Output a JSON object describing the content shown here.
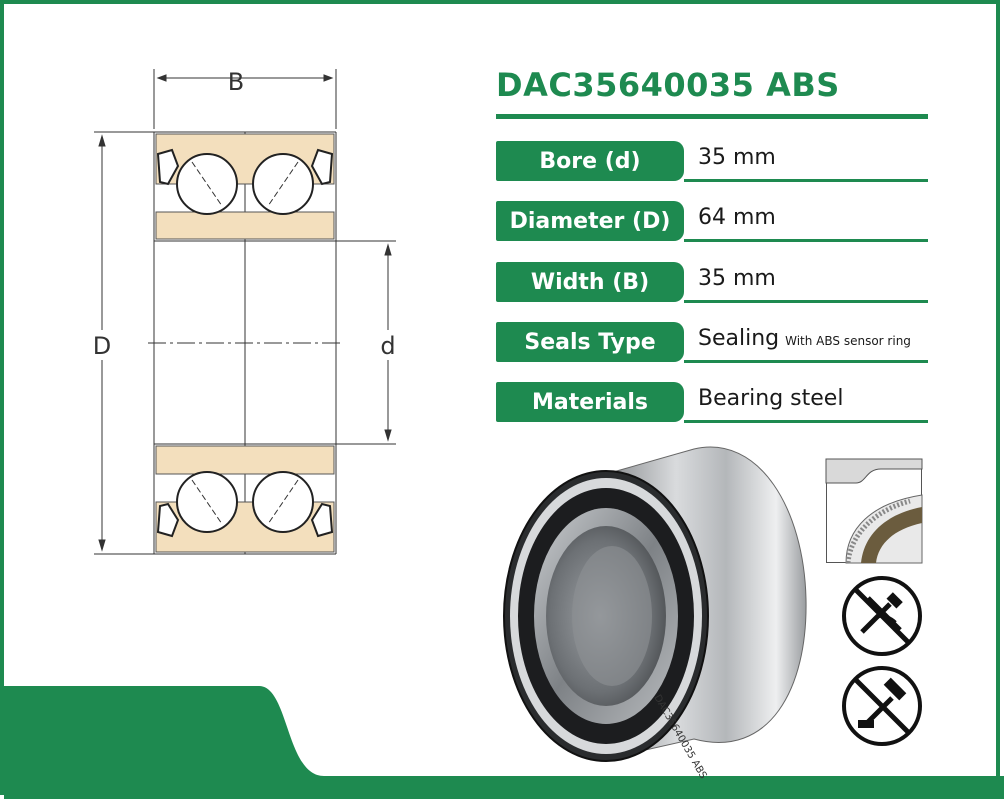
{
  "diagram": {
    "label_b": "B",
    "label_d_outer": "D",
    "label_d_inner": "d"
  },
  "product": {
    "title": "DAC35640035 ABS"
  },
  "specs": [
    {
      "label": "Bore (d)",
      "value": "35 mm",
      "note": ""
    },
    {
      "label": "Diameter (D)",
      "value": "64 mm",
      "note": ""
    },
    {
      "label": "Width (B)",
      "value": "35 mm",
      "note": ""
    },
    {
      "label": "Seals Type",
      "value": "Sealing",
      "note": "With ABS sensor ring"
    },
    {
      "label": "Materials",
      "value": "Bearing steel",
      "note": ""
    }
  ],
  "photo": {
    "ring_marking": "DAC35640035 ABS"
  },
  "icons": [
    "no-hammer-tools-icon",
    "no-hammer-impact-icon"
  ],
  "colors": {
    "brand_green": "#1e8a50",
    "ring_fill": "#f3dfbd"
  }
}
